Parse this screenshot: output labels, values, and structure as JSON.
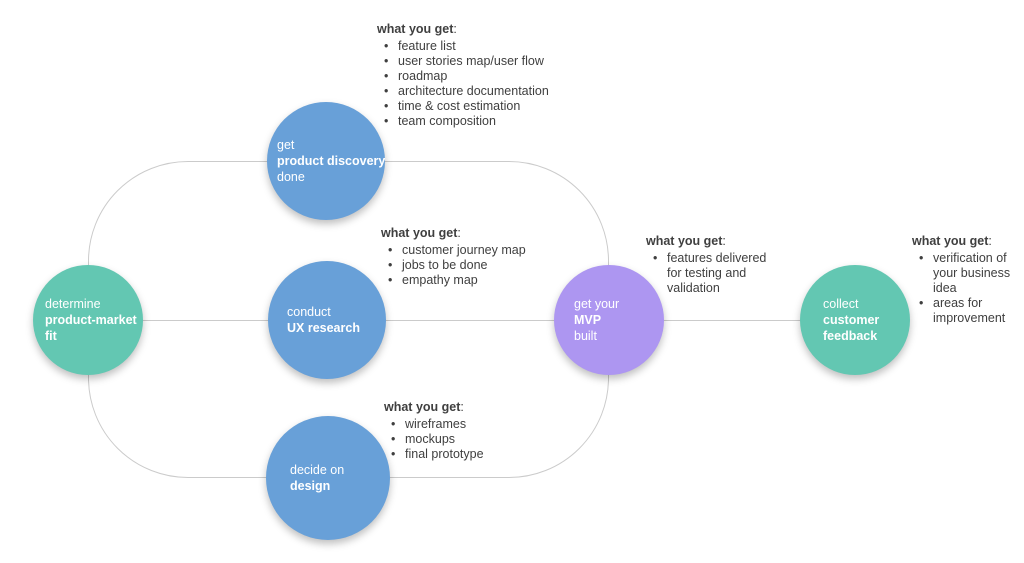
{
  "diagram": {
    "background": "#ffffff",
    "connector_color": "#cbcbcb",
    "text_color": "#3f3f3f",
    "glyphs": {
      "bullet": "•"
    },
    "node_colors": {
      "blue": "#68a0d8",
      "green": "#63c7b2",
      "purple": "#ad96f1"
    },
    "nodes": {
      "pmf": {
        "pre": "determine",
        "bold": "product-market",
        "bold2": "fit",
        "post": ""
      },
      "discovery": {
        "pre": "get",
        "bold": "product discovery",
        "bold2": "",
        "post": "done"
      },
      "ux": {
        "pre": "conduct",
        "bold": "UX research",
        "bold2": "",
        "post": ""
      },
      "design": {
        "pre": "decide on",
        "bold": "design",
        "bold2": "",
        "post": ""
      },
      "mvp": {
        "pre": "get your",
        "bold": "MVP",
        "bold2": "",
        "post": "built"
      },
      "feedback": {
        "pre": "collect",
        "bold": "customer",
        "bold2": "feedback",
        "post": ""
      }
    },
    "lists": {
      "heading": "what you get",
      "heading_suffix": ":",
      "discovery": {
        "items": [
          "feature list",
          "user stories map/user flow",
          "roadmap",
          "architecture documentation",
          "time & cost estimation",
          "team composition"
        ]
      },
      "ux": {
        "items": [
          "customer journey map",
          "jobs to be done",
          "empathy map"
        ]
      },
      "design": {
        "items": [
          "wireframes",
          "mockups",
          "final prototype"
        ]
      },
      "mvp": {
        "items": [
          "features delivered for testing and validation"
        ]
      },
      "feedback": {
        "items": [
          "verification of your business idea",
          "areas for improvement"
        ]
      }
    }
  }
}
